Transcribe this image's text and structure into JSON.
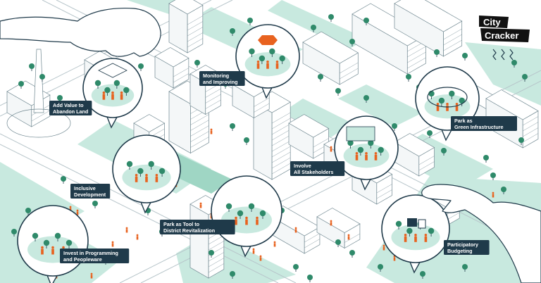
{
  "logo": {
    "line1": "City",
    "line2": "Cracker"
  },
  "bubbles": [
    {
      "id": "abandon-land",
      "line1": "Add Value to",
      "line2": "Abandon Land"
    },
    {
      "id": "monitoring",
      "line1": "Monitoring",
      "line2": "and Improving"
    },
    {
      "id": "green-infra",
      "line1": "Park as",
      "line2": "Green Infrastructure"
    },
    {
      "id": "stakeholders",
      "line1": "Involve",
      "line2": "All Stakeholders"
    },
    {
      "id": "inclusive",
      "line1": "Inclusive",
      "line2": "Development"
    },
    {
      "id": "revitalization",
      "line1": "Park as Tool to",
      "line2": "District Revitalization"
    },
    {
      "id": "programming",
      "line1": "Invest in Programming",
      "line2": "and Peopleware"
    },
    {
      "id": "budgeting",
      "line1": "Participatory",
      "line2": "Budgeting"
    }
  ],
  "colors": {
    "teal": "#c8e9df",
    "teal_dark": "#9fd6c4",
    "navy": "#1f3a4a",
    "orange": "#e8621f",
    "green": "#2f8a6a",
    "line": "#6f8790"
  }
}
